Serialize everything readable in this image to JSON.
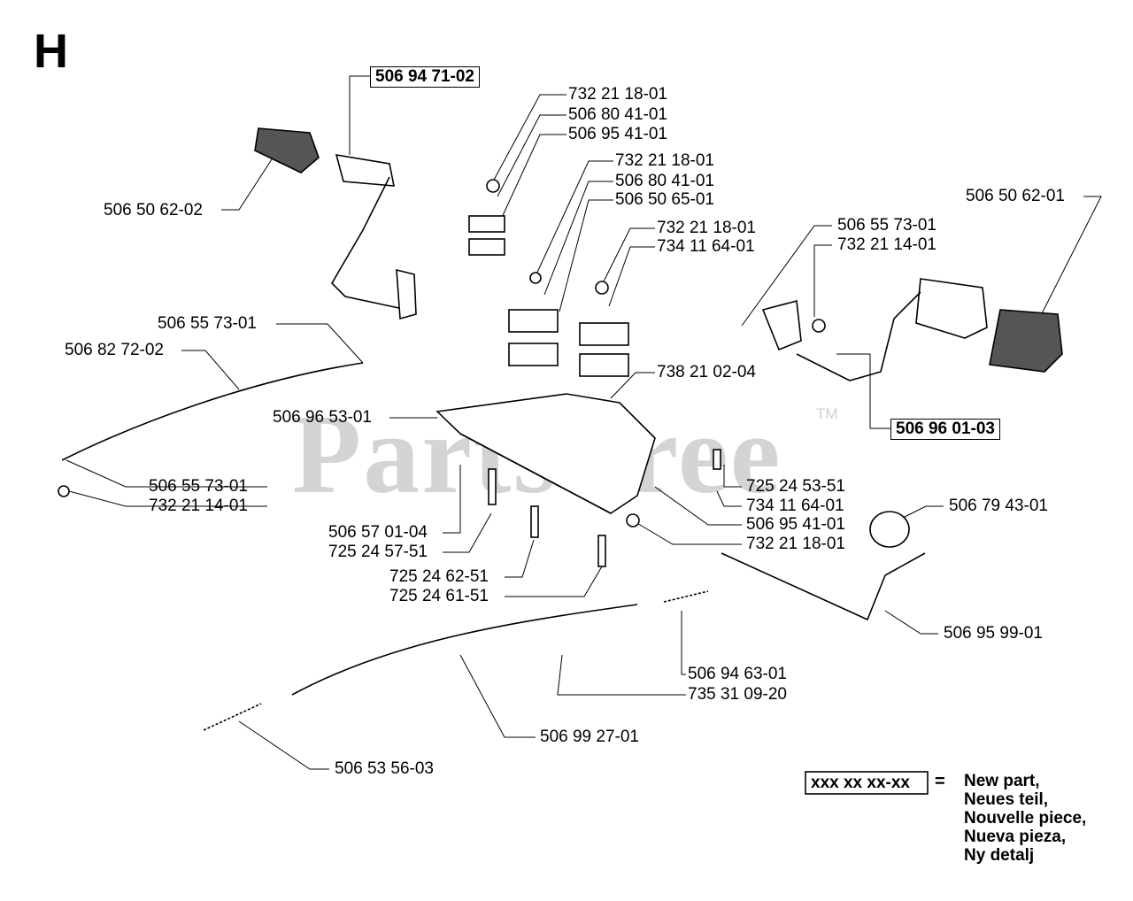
{
  "section_letter": "H",
  "watermark": {
    "text": "PartsTree",
    "tm": "TM"
  },
  "parts": {
    "p_506947102": "506 94 71-02",
    "p_506506202": "506 50 62-02",
    "p_732211801_a": "732 21 18-01",
    "p_506804101_a": "506 80 41-01",
    "p_506954101_a": "506 95 41-01",
    "p_732211801_b": "732 21 18-01",
    "p_506804101_b": "506 80 41-01",
    "p_506506501": "506 50 65-01",
    "p_732211801_c": "732 21 18-01",
    "p_734116401_a": "734 11 64-01",
    "p_506506201": "506 50 62-01",
    "p_506557301_r": "506 55 73-01",
    "p_732211401_r": "732 21 14-01",
    "p_506557301_l": "506 55 73-01",
    "p_506827202": "506 82 72-02",
    "p_738210204": "738 21 02-04",
    "p_506965301": "506 96 53-01",
    "p_506960103": "506 96 01-03",
    "p_506557301_b": "506 55 73-01",
    "p_732211401_b": "732 21 14-01",
    "p_725245351": "725 24 53-51",
    "p_734116401_b": "734 11 64-01",
    "p_506954101_b": "506 95 41-01",
    "p_732211801_d": "732 21 18-01",
    "p_506794301": "506 79 43-01",
    "p_506570104": "506 57 01-04",
    "p_725245751": "725 24 57-51",
    "p_725246251": "725 24 62-51",
    "p_725246151": "725 24 61-51",
    "p_506959901": "506 95 99-01",
    "p_506946301": "506 94 63-01",
    "p_735310920": "735 31 09-20",
    "p_506992701": "506 99 27-01",
    "p_506535603": "506 53 56-03"
  },
  "legend": {
    "code": "xxx xx xx-xx",
    "equals": "=",
    "lines": [
      "New part,",
      "Neues teil,",
      "Nouvelle piece,",
      "Nueva pieza,",
      "Ny detalj"
    ]
  }
}
